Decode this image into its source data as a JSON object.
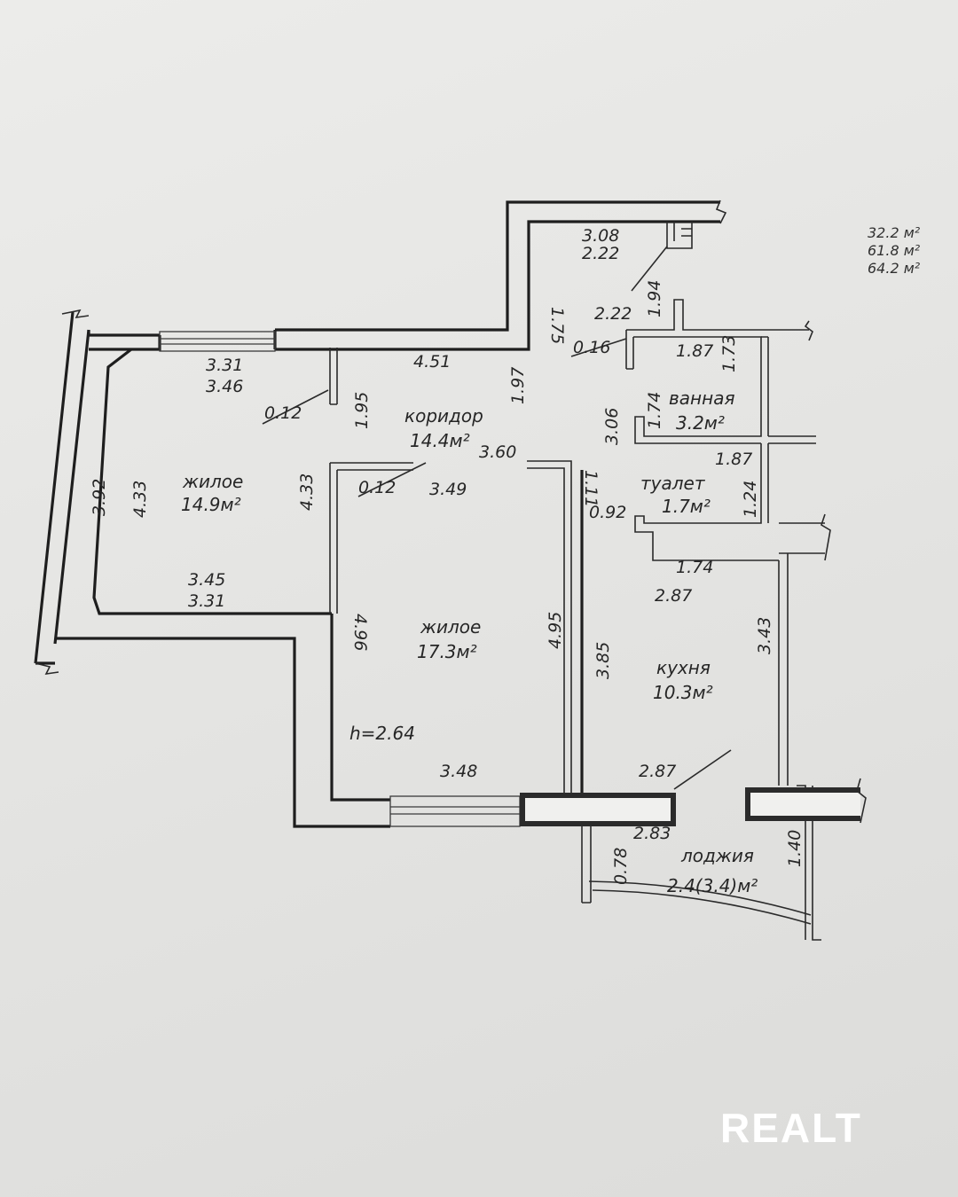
{
  "totals": [
    "32.2 м²",
    "61.8 м²",
    "64.2 м²"
  ],
  "ceiling_height": "h=2.64",
  "rooms": {
    "living_left": {
      "name": "жилое",
      "area": "14.9м²"
    },
    "corridor": {
      "name": "коридор",
      "area": "14.4м²"
    },
    "living_center": {
      "name": "жилое",
      "area": "17.3м²"
    },
    "bathroom": {
      "name": "ванная",
      "area": "3.2м²"
    },
    "toilet": {
      "name": "туалет",
      "area": "1.7м²"
    },
    "kitchen": {
      "name": "кухня",
      "area": "10.3м²"
    },
    "loggia": {
      "name": "лоджия",
      "area": "2.4(3.4)м²"
    }
  },
  "dimensions": {
    "d308": "3.08",
    "d222a": "2.22",
    "d175": "1.75",
    "d194": "1.94",
    "d222b": "2.22",
    "d016": "0.16",
    "d187a": "1.87",
    "d173": "1.73",
    "d331a": "3.31",
    "d346": "3.46",
    "d451": "4.51",
    "d197": "1.97",
    "d012a": "0.12",
    "d195": "1.95",
    "d306": "3.06",
    "d174a": "1.74",
    "d360": "3.60",
    "d187b": "1.87",
    "d392": "3.92",
    "d433a": "4.33",
    "d433b": "4.33",
    "d012b": "0.12",
    "d349": "3.49",
    "d111": "1.11",
    "d124": "1.24",
    "d092": "0.92",
    "d174b": "1.74",
    "d345": "3.45",
    "d331b": "3.31",
    "d287a": "2.87",
    "d496": "4.96",
    "d495": "4.95",
    "d385": "3.85",
    "d343": "3.43",
    "d348": "3.48",
    "d287b": "2.87",
    "d283": "2.83",
    "d078": "0.78",
    "d140": "1.40"
  },
  "watermark": "REALT"
}
